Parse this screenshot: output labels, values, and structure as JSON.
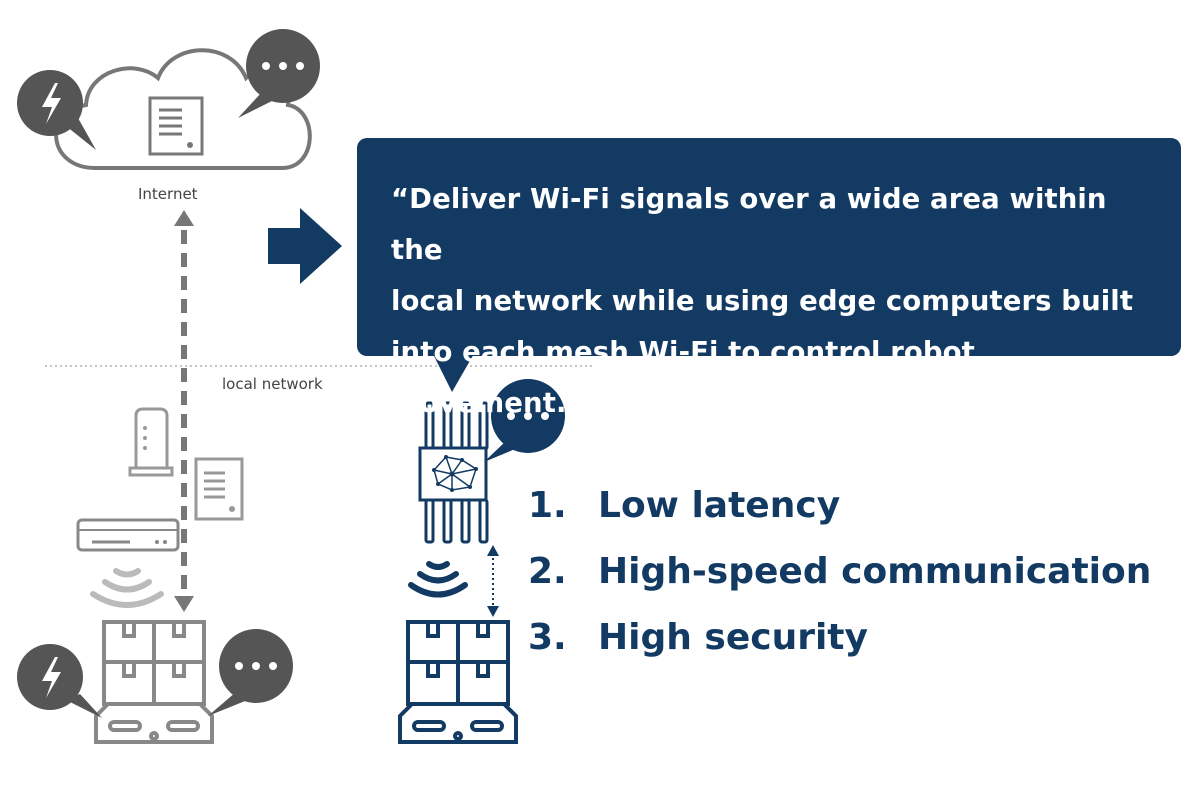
{
  "labels": {
    "internet": "Internet",
    "local_network": "local network"
  },
  "callout": {
    "lines": [
      "“Deliver Wi-Fi signals over a wide area within the",
      "local network while using edge computers built",
      "into each mesh Wi-Fi to control robot movement.”"
    ]
  },
  "benefits": [
    {
      "number": "1.",
      "text": "Low latency"
    },
    {
      "number": "2.",
      "text": "High-speed communication"
    },
    {
      "number": "3.",
      "text": "High security"
    }
  ],
  "colors": {
    "navy": "#123a63",
    "gray_dark": "#555555",
    "gray_mid": "#777777",
    "gray_light": "#bbbbbb",
    "background": "#ffffff"
  }
}
